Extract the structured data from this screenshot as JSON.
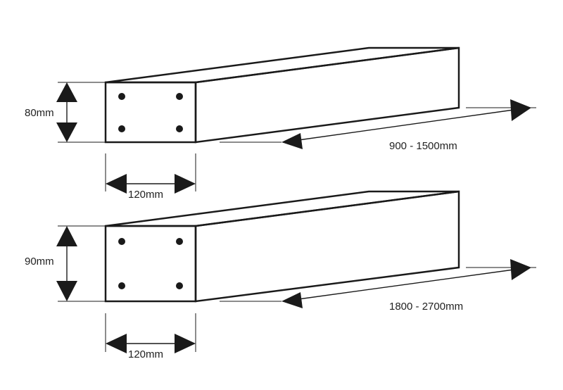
{
  "colors": {
    "end_face": "#d3d3d3",
    "top_face": "#ececec",
    "side_face": "#ffffff",
    "outline": "#1a1a1a",
    "dot": "#1a1a1a"
  },
  "posts": [
    {
      "height_label": "80mm",
      "width_label": "120mm",
      "length_label": "900 - 1500mm"
    },
    {
      "height_label": "90mm",
      "width_label": "120mm",
      "length_label": "1800 - 2700mm"
    }
  ]
}
